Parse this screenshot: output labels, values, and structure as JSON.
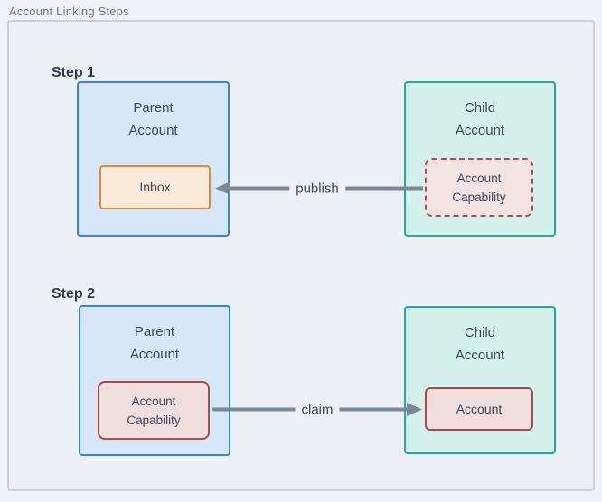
{
  "diagram_title": "Account Linking Steps",
  "colors": {
    "page_bg": "#eff2f6",
    "container_bg": "#edf1f5",
    "container_border": "#c9d1d9",
    "parent_box_fill": "#d7e7f8",
    "parent_box_border": "#2e86df",
    "child_box_fill": "#d4f0ea",
    "child_box_border": "#20ae9b",
    "inbox_fill": "#fbead9",
    "inbox_border": "#e4873b",
    "capability_fill": "#f2e0e0",
    "capability_border": "#ae4b49",
    "arrow": "#7b8896",
    "heading_text": "#2e3a4b",
    "box_text": "#3d4858",
    "title_text": "#6b7681"
  },
  "steps": [
    {
      "heading": "Step 1",
      "parent_label": "Parent\nAccount",
      "parent_inner_label": "Inbox",
      "child_label": "Child\nAccount",
      "child_inner_label": "Account\nCapability",
      "arrow_label": "publish",
      "arrow_direction": "child-to-parent"
    },
    {
      "heading": "Step 2",
      "parent_label": "Parent\nAccount",
      "parent_inner_label": "Account\nCapability",
      "child_label": "Child\nAccount",
      "child_inner_label": "Account",
      "arrow_label": "claim",
      "arrow_direction": "parent-to-child"
    }
  ]
}
